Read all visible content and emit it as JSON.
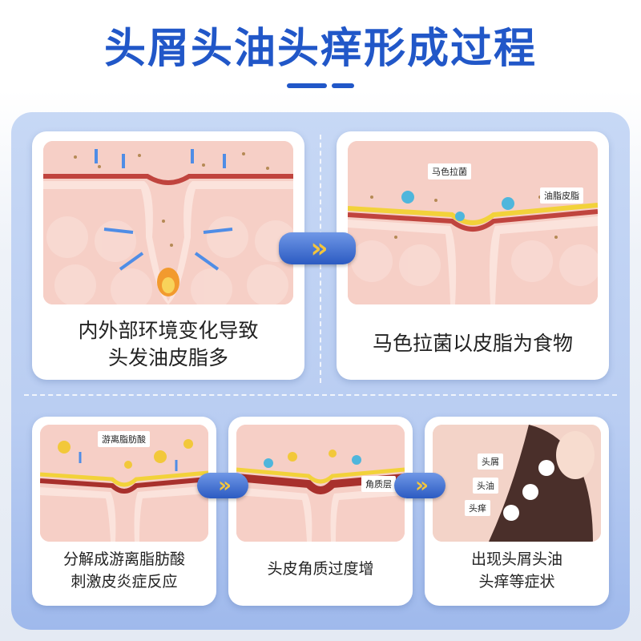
{
  "title": "头屑头油头痒形成过程",
  "steps": [
    {
      "caption_line1": "内外部环境变化导致",
      "caption_line2": "头发油皮脂多"
    },
    {
      "caption_line1": "马色拉菌以皮脂为食物",
      "caption_line2": "",
      "tags": {
        "fungus": "马色拉菌",
        "sebum": "油脂皮脂"
      }
    },
    {
      "caption_line1": "分解成游离脂肪酸",
      "caption_line2": "刺激皮炎症反应",
      "tags": {
        "acid": "游离脂肪酸"
      }
    },
    {
      "caption_line1": "头皮角质过度增",
      "caption_line2": "",
      "tags": {
        "stratum": "角质层"
      }
    },
    {
      "caption_line1": "出现头屑头油",
      "caption_line2": "头痒等症状",
      "tags": {
        "dandruff": "头屑",
        "oil": "头油",
        "itch": "头痒"
      }
    }
  ],
  "arrow_glyph": "»",
  "colors": {
    "accent": "#2157c8",
    "skin": "#f4c5bc",
    "dermis": "#c0443e",
    "sebum": "#f2d23a"
  }
}
